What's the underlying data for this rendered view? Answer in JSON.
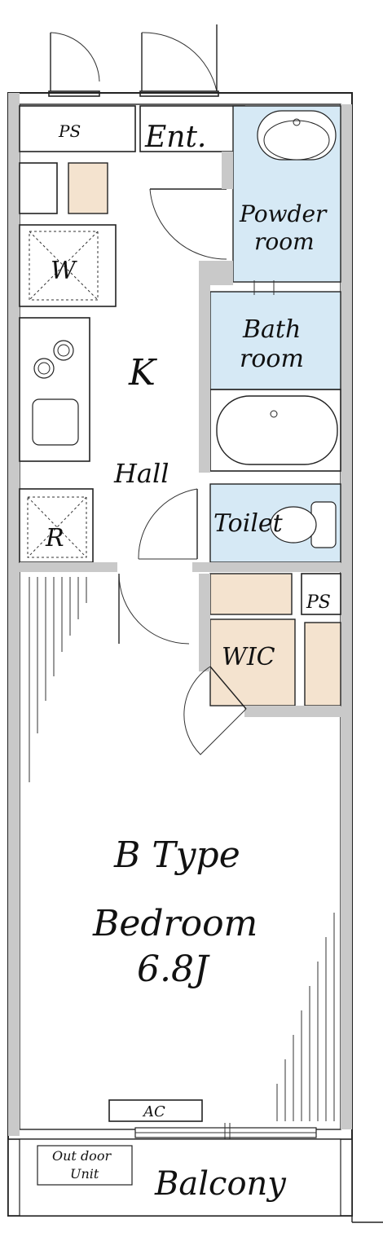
{
  "labels": {
    "ps_top": "PS",
    "entrance": "Ent.",
    "powder_room_1": "Powder",
    "powder_room_2": "room",
    "washer": "W",
    "kitchen": "K",
    "bath_1": "Bath",
    "bath_2": "room",
    "hall": "Hall",
    "toilet": "Toilet",
    "refrigerator": "R",
    "ps_lower": "PS",
    "wic": "WIC",
    "type": "B Type",
    "bedroom": "Bedroom",
    "bedroom_size": "6.8J",
    "ac": "AC",
    "outdoor_unit_1": "Out door",
    "outdoor_unit_2": "Unit",
    "balcony": "Balcony"
  },
  "colors": {
    "wet_area": "#d6e9f5",
    "storage": "#f4e3cf",
    "wall": "#222222"
  }
}
